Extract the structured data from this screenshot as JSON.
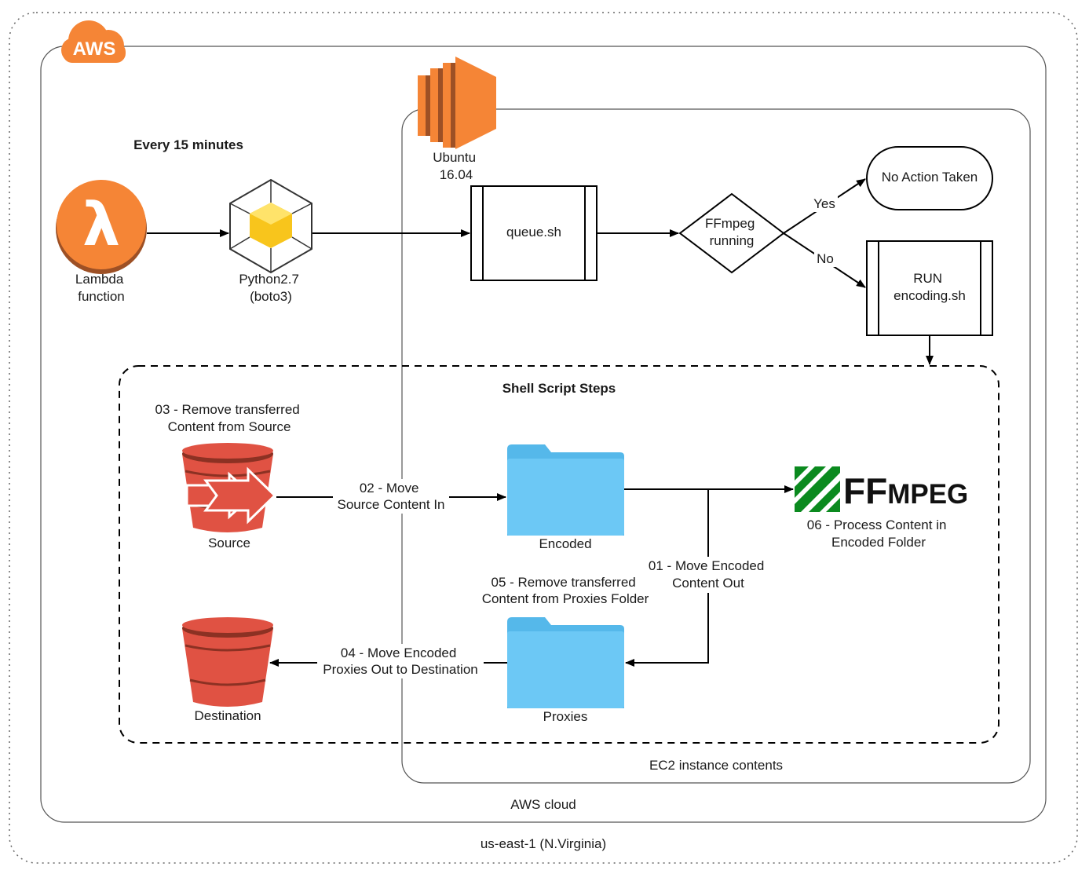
{
  "region": {
    "label": "us-east-1 (N.Virginia)"
  },
  "cloud": {
    "badge": "AWS",
    "label": "AWS cloud"
  },
  "ec2": {
    "os_line1": "Ubuntu",
    "os_line2": "16.04",
    "label": "EC2 instance contents"
  },
  "trigger": {
    "schedule": "Every 15 minutes"
  },
  "nodes": {
    "lambda": {
      "line1": "Lambda",
      "line2": "function"
    },
    "python": {
      "line1": "Python2.7",
      "line2": "(boto3)"
    },
    "queue": {
      "label": "queue.sh"
    },
    "decision": {
      "line1": "FFmpeg",
      "line2": "running"
    },
    "no_action": {
      "label": "No Action Taken"
    },
    "run": {
      "line1": "RUN",
      "line2": "encoding.sh"
    },
    "source": {
      "label": "Source"
    },
    "destination": {
      "label": "Destination"
    },
    "encoded": {
      "label": "Encoded"
    },
    "proxies": {
      "label": "Proxies"
    },
    "ffmpeg": {
      "logo_ff": "FF",
      "logo_mpeg": "MPEG"
    }
  },
  "edges": {
    "yes": "Yes",
    "no": "No"
  },
  "steps": {
    "title": "Shell Script Steps",
    "s01": {
      "line1": "01 - Move Encoded",
      "line2": "Content Out"
    },
    "s02": {
      "line1": "02 - Move",
      "line2": "Source Content In"
    },
    "s03": {
      "line1": "03 - Remove transferred",
      "line2": "Content from Source"
    },
    "s04": {
      "line1": "04 - Move Encoded",
      "line2": "Proxies Out to Destination"
    },
    "s05": {
      "line1": "05 - Remove transferred",
      "line2": "Content from Proxies Folder"
    },
    "s06": {
      "line1": "06 - Process Content in",
      "line2": "Encoded Folder"
    }
  },
  "colors": {
    "aws_orange": "#F58536",
    "ec2_dark": "#9D5025",
    "bucket_red": "#E05243",
    "bucket_dark": "#8C3123",
    "folder_blue": "#6CC8F5",
    "ffmpeg_green": "#0B8A1F",
    "lambda_icon": "lambda-icon",
    "python_icon": "cube-icon"
  }
}
